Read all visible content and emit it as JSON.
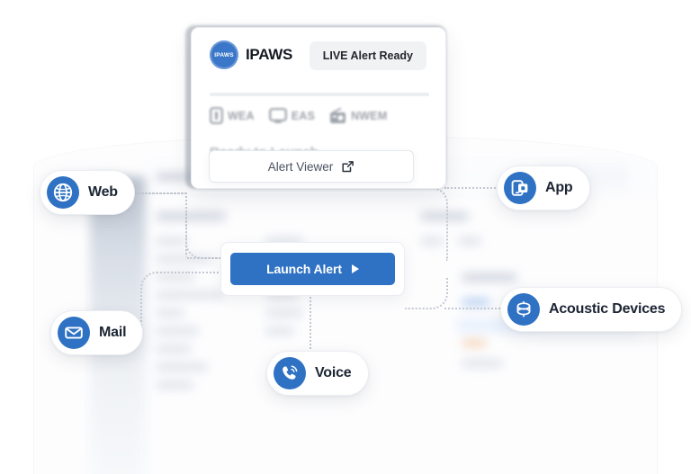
{
  "ipaws_panel": {
    "logo_badge_text": "IPAWS",
    "logo_wordmark": "IPAWS",
    "status_badge": "LIVE Alert Ready",
    "channels": [
      {
        "icon": "mobile-phone-icon",
        "label": "WEA"
      },
      {
        "icon": "television-icon",
        "label": "EAS"
      },
      {
        "icon": "radio-icon",
        "label": "NWEM"
      }
    ],
    "ready_text": "Ready to Launch",
    "alert_viewer": {
      "label": "Alert Viewer",
      "icon": "external-link-icon"
    }
  },
  "launch": {
    "label": "Launch Alert",
    "icon": "play-triangle-icon",
    "color": "#2f72c4"
  },
  "channels": [
    {
      "id": "web",
      "label": "Web",
      "icon": "globe-icon"
    },
    {
      "id": "mail",
      "label": "Mail",
      "icon": "envelope-icon"
    },
    {
      "id": "voice",
      "label": "Voice",
      "icon": "phone-ringing-icon"
    },
    {
      "id": "app",
      "label": "App",
      "icon": "mobile-app-icon"
    },
    {
      "id": "acoustic",
      "label": "Acoustic Devices",
      "icon": "siren-speaker-icon"
    }
  ],
  "colors": {
    "accent_blue": "#2f72c4",
    "logo_blue": "#3b77c9",
    "pill_text": "#1b2433",
    "badge_bg": "#f1f2f4",
    "connector": "#c3c8d2"
  }
}
